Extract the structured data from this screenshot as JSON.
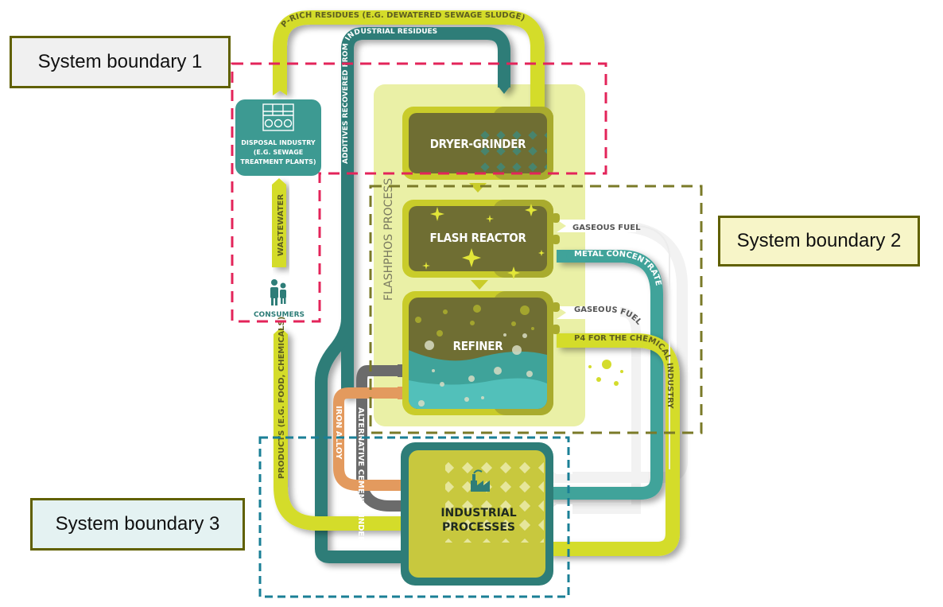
{
  "boundaries": [
    {
      "label": "System boundary 1",
      "color": "#e3245a"
    },
    {
      "label": "System boundary 2",
      "color": "#7a7a28"
    },
    {
      "label": "System boundary 3",
      "color": "#1a7f96"
    }
  ],
  "process_group_label": "FLASHPHOS PROCESS",
  "nodes": {
    "disposal": "DISPOSAL INDUSTRY (E.G. SEWAGE TREATMENT PLANTS)",
    "disposal_lines": [
      "DISPOSAL INDUSTRY",
      "(E.G. SEWAGE",
      "TREATMENT PLANTS)"
    ],
    "consumers": "CONSUMERS",
    "dryer": "DRYER-GRINDER",
    "reactor": "FLASH REACTOR",
    "refiner": "REFINER",
    "industrial_lines": [
      "INDUSTRIAL",
      "PROCESSES"
    ]
  },
  "flows": {
    "p_rich": "P-RICH RESIDUES (E.G. DEWATERED SEWAGE SLUDGE)",
    "additives": "ADDITIVES RECOVERED FROM INDUSTRIAL RESIDUES",
    "wastewater": "WASTEWATER",
    "products": "PRODUCTS (E.G. FOOD, CHEMICALS)",
    "gaseous_fuel_1": "GASEOUS FUEL",
    "metal_concentrate": "METAL CONCENTRATE",
    "gaseous_fuel_2": "GASEOUS FUEL",
    "p4": "P4 FOR THE CHEMICAL INDUSTRY",
    "p4_prefix": "P",
    "p4_sub": "4",
    "p4_rest": "FOR THE CHEMICAL INDUSTRY",
    "iron_alloy": "IRON ALLOY",
    "cement_binder": "ALTERNATIVE CEMENT BINDER"
  },
  "colors": {
    "lime": "#d4dc2c",
    "teal": "#2e7d78",
    "teal_light": "#3fa39a",
    "olive": "#6f6e33",
    "process_bg": "#eaf0a6",
    "orange": "#e39a5e",
    "gray": "#6b6b6b"
  }
}
